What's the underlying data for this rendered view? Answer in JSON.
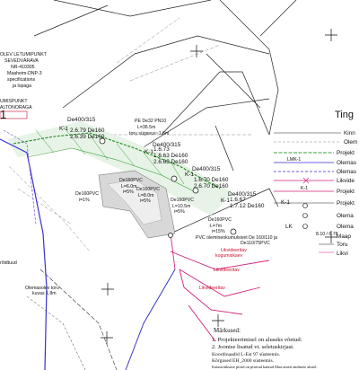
{
  "left_block": {
    "lines": [
      "OLEV LETUMIPUNKT",
      "SEVEDVÄRAVA",
      "NR-410305",
      "Maaheim-DNP-3",
      "specifications",
      "ja lopaga"
    ],
    "lines2": [
      "UMISPUNKT",
      "ALTONORAGA"
    ]
  },
  "pipe_labels": {
    "de400_1": "De400/315",
    "k1_1": "K-1",
    "lvl_1a": "2.6.79 De160",
    "lvl_1b": "2.6.39 De160",
    "pe_pipe_a": "PE De32 PN10",
    "pe_pipe_b": "L=36.5m",
    "pe_pipe_c": "toru sügavus~1.6m",
    "de400_2": "De400/315",
    "k1_2": "K-1",
    "lvl_2a": "1.6.73",
    "lvl_2b": "1.6.63 De160",
    "lvl_2c": "2.6.63 De160",
    "de400_3": "De400/315",
    "k1_3": "K-1",
    "lvl_3a": "1.6.70 De160",
    "lvl_3b": "2.6.70 De160",
    "de400_4": "De400/315",
    "k1_4": "K-1",
    "lvl_4a": "1.6.67",
    "lvl_4b": "1.7.12 De160",
    "pvc_1": "De160PVC",
    "pvc_1b": "i=1%",
    "pvc_2": "De160PVC",
    "pvc_2b": "L=6.0m",
    "pvc_2c": "i=5%",
    "pvc_3": "De160PVC",
    "pvc_3b": "L=8.0m",
    "pvc_3c": "i=5%",
    "pvc_4": "De160PVC",
    "pvc_4b": "L=10.5m",
    "pvc_4c": "i=5%",
    "pvc_5": "De160PVC",
    "pvc_5b": "L=7m",
    "pvc_5c": "i=15%",
    "pvc_main_a": "PVC olemineokumulsivet De 160/110 ja",
    "pvc_main_b": "De110/75PVC"
  },
  "red_labels": [
    "Likvideeritav",
    "kogumiskaev",
    "Likvideeritav",
    "Likvideeritav"
  ],
  "left_small": [
    "Olemasolev toru",
    "kuvas 1,8m"
  ],
  "bottom_left": "rõidtuud",
  "legend": {
    "title": "Ting",
    "items": [
      {
        "symbol": "",
        "text": "Kinn"
      },
      {
        "symbol": "",
        "text": "Olem"
      },
      {
        "symbol": "",
        "text": "Projekt"
      },
      {
        "symbol": "LMK-1",
        "text": "Olemas"
      },
      {
        "symbol": "",
        "text": "Olemas"
      },
      {
        "symbol": "",
        "text": "Likvide"
      },
      {
        "symbol": "K-1",
        "text": "Projekt"
      },
      {
        "symbol": "K-1",
        "text": "Projekt"
      },
      {
        "symbol": "",
        "text": "Olema"
      },
      {
        "symbol": "LK",
        "text": "Olema"
      },
      {
        "symbol": "8.10 / 6.78",
        "text": "Maap"
      },
      {
        "symbol": "",
        "text": "Toru"
      },
      {
        "symbol": "",
        "text": "Likvi"
      }
    ]
  },
  "notes": {
    "title": "Märkused:",
    "items": [
      "1. Projekteerimisel on aluseks võetud:",
      "2. Joonise lisatud vt. seletuskirjast.",
      "Koordinaadid L-Est 97 süsteemis.",
      "Kõrgused EH_2000 süsteemis.",
      "Katastriüksuse piirid on piiritud kantud Maa-ameti andmete alusel."
    ]
  }
}
